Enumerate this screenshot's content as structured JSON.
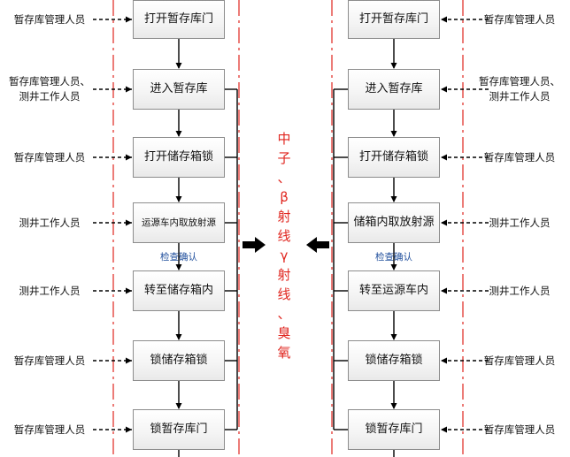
{
  "left_flow": {
    "steps": [
      "打开暂存库门",
      "进入暂存库",
      "打开储存箱锁",
      "运源车内取放射源",
      "转至储存箱内",
      "锁储存箱锁",
      "锁暂存库门"
    ],
    "actors": [
      "暂存库管理人员",
      "暂存库管理人员、\n测井工作人员",
      "暂存库管理人员",
      "测井工作人员",
      "测井工作人员",
      "暂存库管理人员",
      "暂存库管理人员"
    ],
    "check_label": "检查确认"
  },
  "right_flow": {
    "steps": [
      "打开暂存库门",
      "进入暂存库",
      "打开储存箱锁",
      "储箱内取放射源",
      "转至运源车内",
      "锁储存箱锁",
      "锁暂存库门"
    ],
    "actors": [
      "暂存库管理人员",
      "暂存库管理人员、\n测井工作人员",
      "暂存库管理人员",
      "测井工作人员",
      "测井工作人员",
      "暂存库管理人员",
      "暂存库管理人员"
    ],
    "check_label": "检查确认"
  },
  "hazard_chars": [
    "中",
    "子",
    "、",
    "β",
    "射",
    "线",
    "γ",
    "射",
    "线",
    "、",
    "臭",
    "氧"
  ],
  "colors": {
    "boundary": "#e0261f",
    "hazard_text": "#e0261f",
    "check_text": "#1f4e9c",
    "line": "#000000"
  }
}
